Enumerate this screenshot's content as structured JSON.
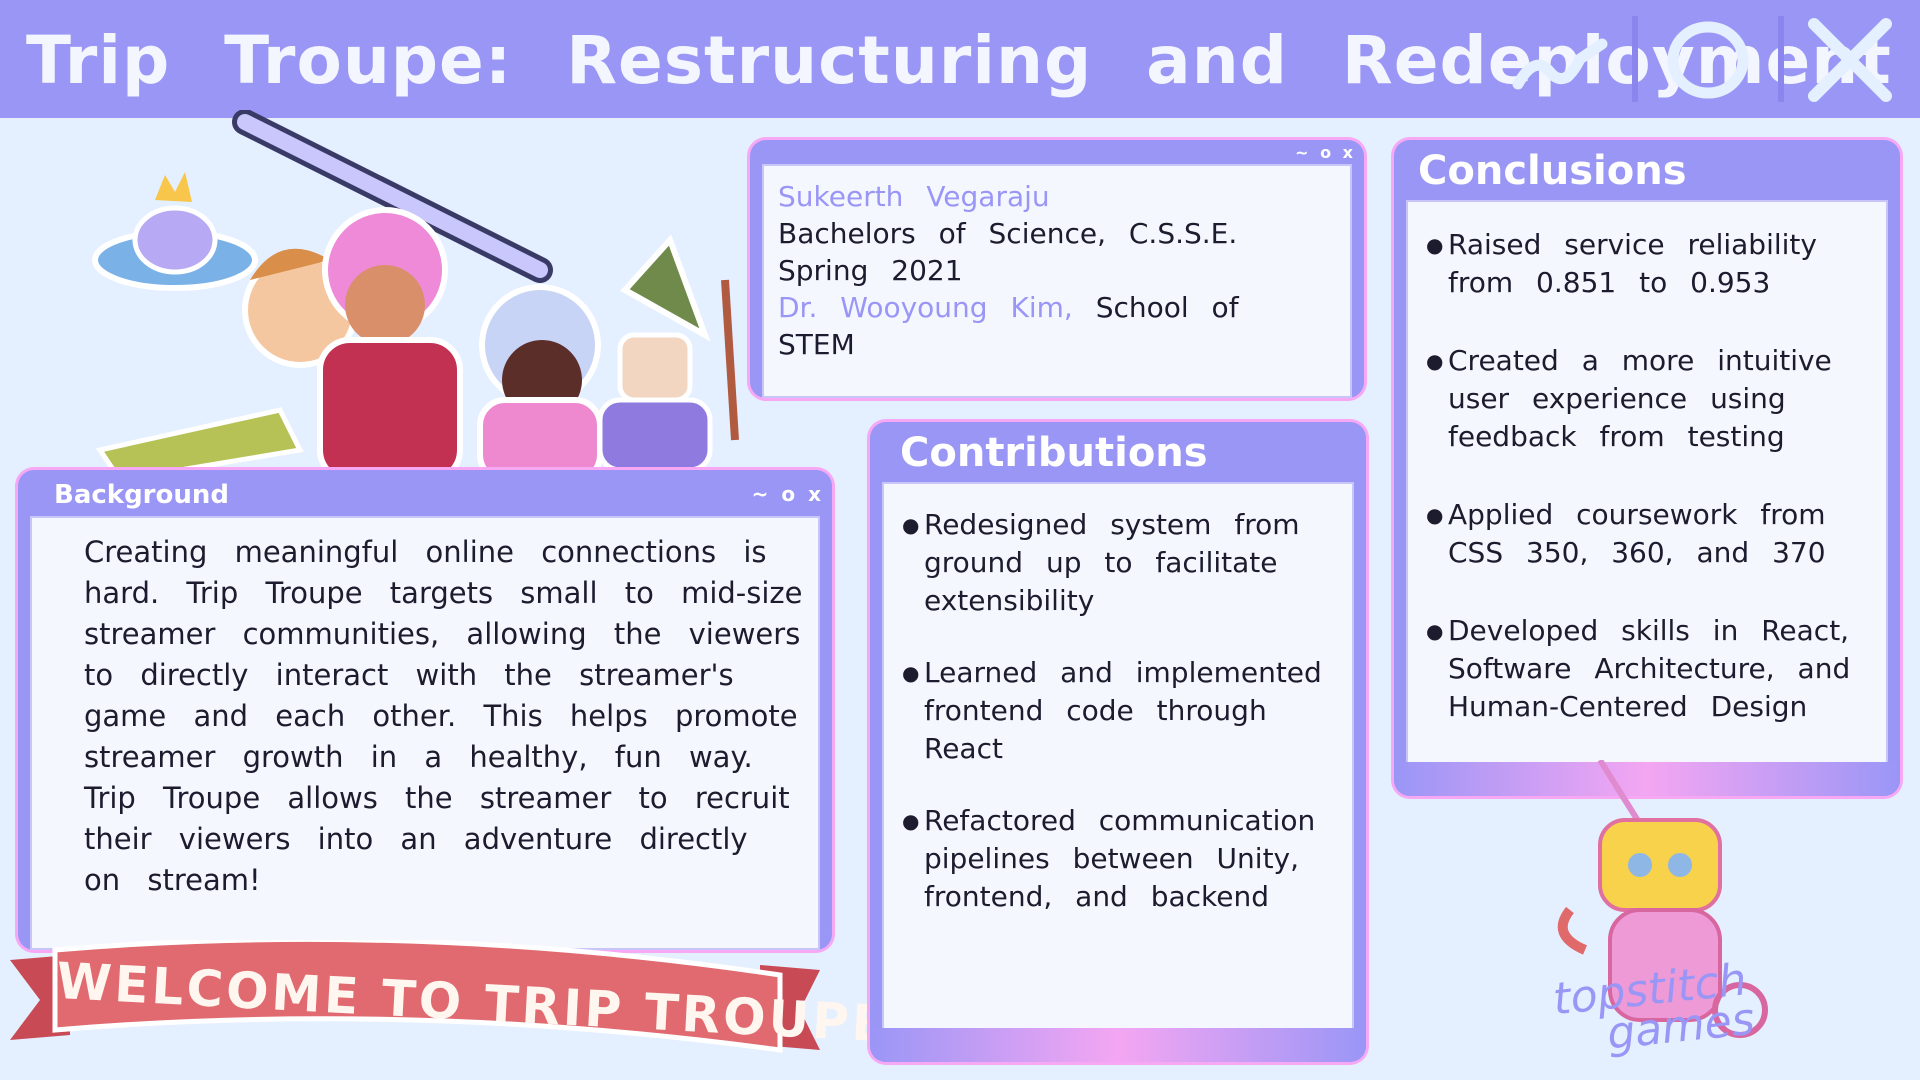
{
  "header": {
    "title": "Trip  Troupe:  Restructuring  and  Redeployment"
  },
  "author_card": {
    "name": "Sukeerth  Vegaraju",
    "degree": "Bachelors  of  Science,  C.S.S.E.",
    "term": "Spring  2021",
    "advisor": "Dr.  Wooyoung  Kim,",
    "school": "School  of  STEM"
  },
  "background": {
    "title": "Background",
    "text": "Creating meaningful online connections is hard. Trip Troupe targets small to mid-size streamer communities, allowing the viewers to directly interact with the streamer's game and each other. This helps promote streamer growth in a healthy, fun way. Trip Troupe allows the streamer to recruit their viewers into an adventure directly on stream!"
  },
  "contributions": {
    "title": "Contributions",
    "items": [
      "Redesigned system from ground up to facilitate extensibility",
      "Learned and implemented frontend code through React",
      "Refactored communication pipelines between Unity, frontend, and backend"
    ]
  },
  "conclusions": {
    "title": "Conclusions",
    "items": [
      "Raised service reliability from 0.851 to 0.953",
      "Created a more intuitive user experience using feedback from testing",
      "Applied coursework from CSS 350, 360, and 370",
      "Developed skills in React, Software Architecture, and Human-Centered Design"
    ]
  },
  "banner": {
    "text": "WELCOME TO TRIP TROUPE"
  },
  "logo": {
    "line1": "topstitch",
    "line2": "games"
  },
  "window_controls": {
    "minimize": "minimize-icon",
    "maximize": "circle-icon",
    "close": "close-icon"
  },
  "colors": {
    "accent": "#9a96f6",
    "highlight": "#f6a8f5",
    "background": "#e4efff",
    "name_text": "#9a96f6"
  }
}
